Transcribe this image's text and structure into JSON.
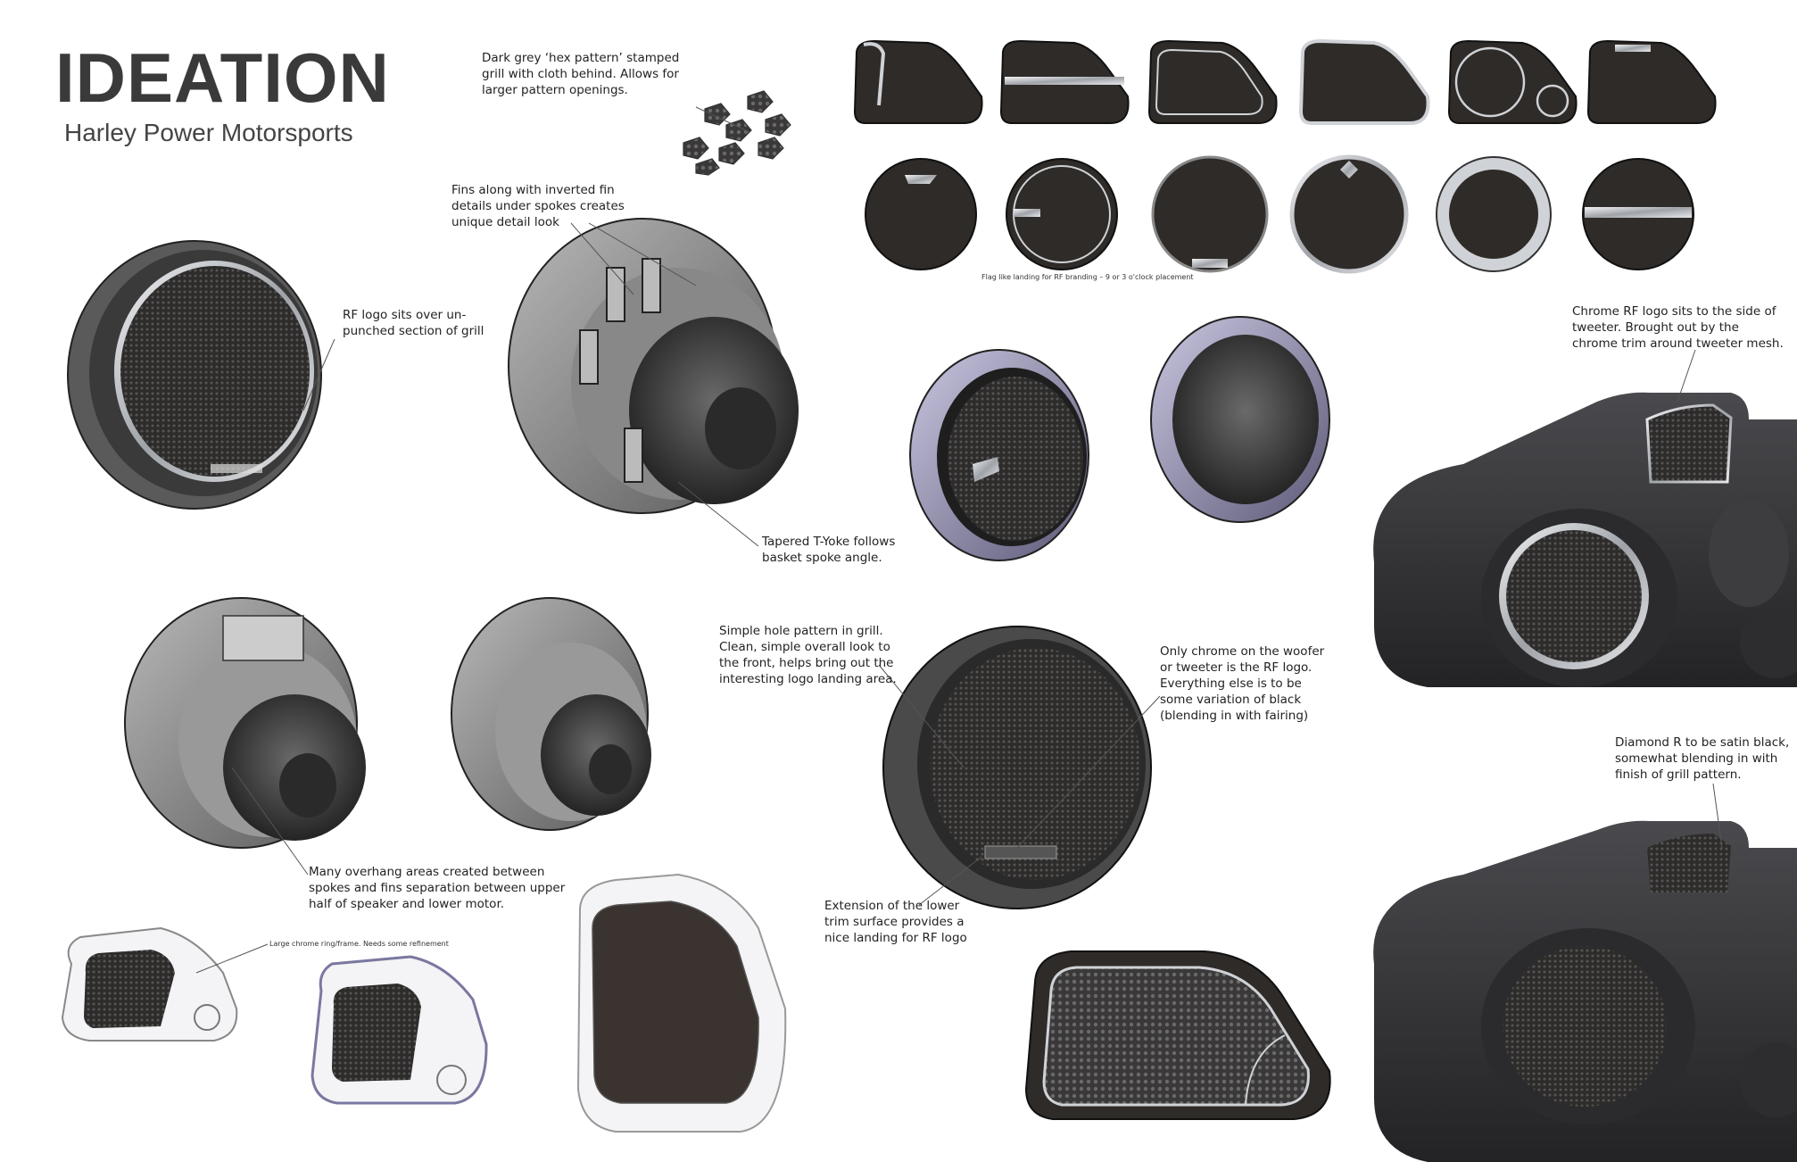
{
  "header": {
    "title": "IDEATION",
    "subtitle": "Harley Power Motorsports"
  },
  "annotations": {
    "hex_pattern": "Dark grey ‘hex pattern’ stamped\ngrill with cloth behind.  Allows for\nlarger pattern openings.",
    "fins": "Fins along with inverted fin\ndetails under spokes creates\nunique detail look",
    "rf_logo_grill": "RF logo sits over un-\npunched section of grill",
    "t_yoke": "Tapered T-Yoke follows\nbasket spoke angle.",
    "overhang": "Many overhang areas created between\nspokes and fins separation between upper\nhalf of speaker and lower motor.",
    "chrome_ring": "Large chrome ring/frame. Needs some refinement",
    "simple_hole": "Simple hole pattern in grill.\nClean, simple overall look to\nthe front, helps bring out the\ninteresting logo landing area.",
    "only_chrome": "Only chrome on the woofer\nor tweeter is the RF logo.\nEverything else is to be\nsome variation of black\n(blending in with fairing)",
    "extension": "Extension of the lower\ntrim surface provides a\nnice landing for RF logo",
    "flag_landing": "Flag like landing for RF branding – 9 or 3 o'clock placement",
    "chrome_rf_logo": "Chrome RF logo sits to the side of\ntweeter.  Brought out by the\nchrome trim around tweeter mesh.",
    "diamond_r": "Diamond R to be satin black,\nsomewhat blending in with\nfinish of grill pattern."
  },
  "colors": {
    "speaker_dark": "#2f2b28",
    "grill_mesh": "#4a4a4a",
    "chrome": "#cfd2d6",
    "sketch_grey": "#8a8a8a",
    "fairing": "#3a3a3c",
    "purple_ring": "#8d8aa8"
  }
}
